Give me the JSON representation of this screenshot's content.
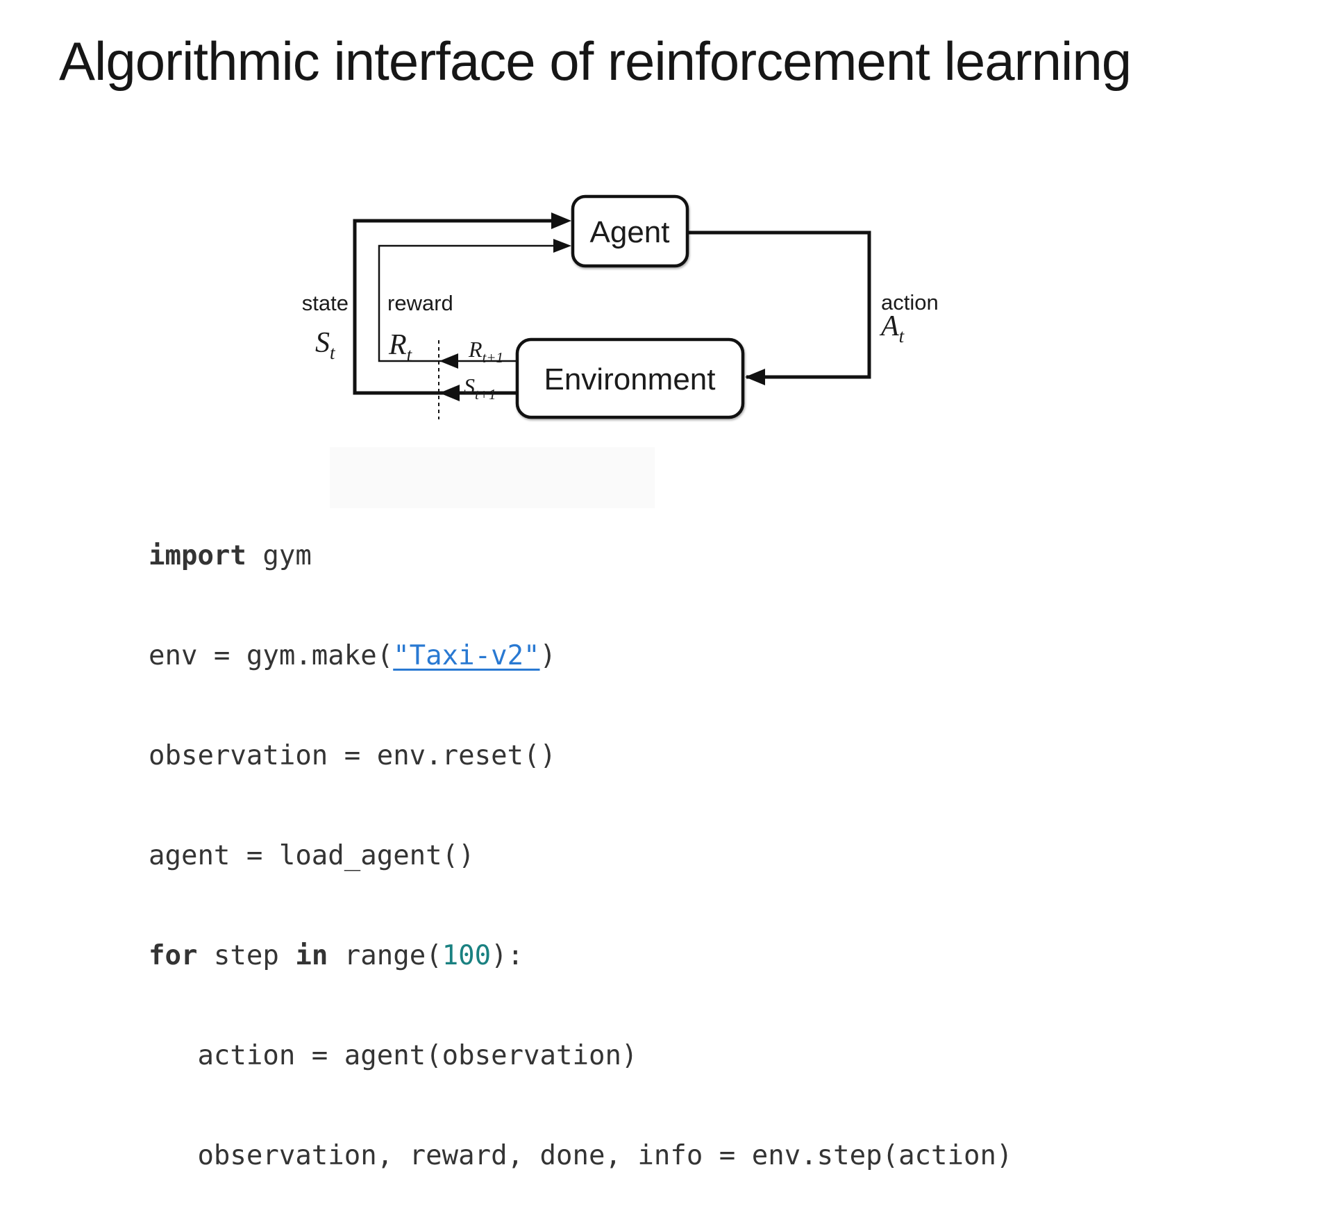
{
  "page": {
    "title": "Algorithmic interface of reinforcement learning"
  },
  "diagram": {
    "agent_label": "Agent",
    "environment_label": "Environment",
    "state": {
      "label": "state",
      "symbol": "S",
      "subscript": "t"
    },
    "reward": {
      "label": "reward",
      "symbol": "R",
      "subscript": "t"
    },
    "action": {
      "label": "action",
      "symbol": "A",
      "subscript": "t"
    },
    "next_reward": {
      "symbol": "R",
      "subscript": "t+1"
    },
    "next_state": {
      "symbol": "S",
      "subscript": "t+1"
    }
  },
  "code": {
    "lines": [
      {
        "segments": [
          {
            "text": "import",
            "style": "keyword"
          },
          {
            "text": " gym",
            "style": "plain"
          }
        ]
      },
      {
        "segments": [
          {
            "text": "env = gym.make(",
            "style": "plain"
          },
          {
            "text": "\"Taxi-v2\"",
            "style": "link"
          },
          {
            "text": ")",
            "style": "plain"
          }
        ]
      },
      {
        "segments": [
          {
            "text": "observation = env.reset()",
            "style": "plain"
          }
        ]
      },
      {
        "segments": [
          {
            "text": "agent = load_agent()",
            "style": "plain"
          }
        ]
      },
      {
        "segments": [
          {
            "text": "for",
            "style": "keyword"
          },
          {
            "text": " step ",
            "style": "plain"
          },
          {
            "text": "in",
            "style": "keyword"
          },
          {
            "text": " range(",
            "style": "plain"
          },
          {
            "text": "100",
            "style": "number"
          },
          {
            "text": "):",
            "style": "plain"
          }
        ]
      },
      {
        "segments": [
          {
            "text": "   action = agent(observation)",
            "style": "plain"
          }
        ]
      },
      {
        "segments": [
          {
            "text": "   observation, reward, done, info = env.step(action)",
            "style": "plain"
          }
        ]
      }
    ]
  },
  "palette": {
    "link_blue": "#2979d2",
    "number_teal": "#1a8181",
    "code_text": "#343434",
    "diagram_ink": "#111111",
    "title_ink": "#161616"
  }
}
